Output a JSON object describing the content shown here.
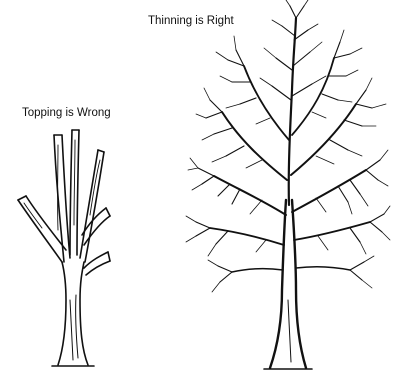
{
  "figure": {
    "ink_color": "#111111",
    "background": "#ffffff",
    "labels": {
      "thinning": "Thinning is Right",
      "topping": "Topping is Wrong"
    },
    "trees": [
      {
        "name": "topped-tree",
        "depicts": "tree with topped, stubbed limbs"
      },
      {
        "name": "thinned-tree",
        "depicts": "tree with naturally branching crown"
      }
    ]
  }
}
